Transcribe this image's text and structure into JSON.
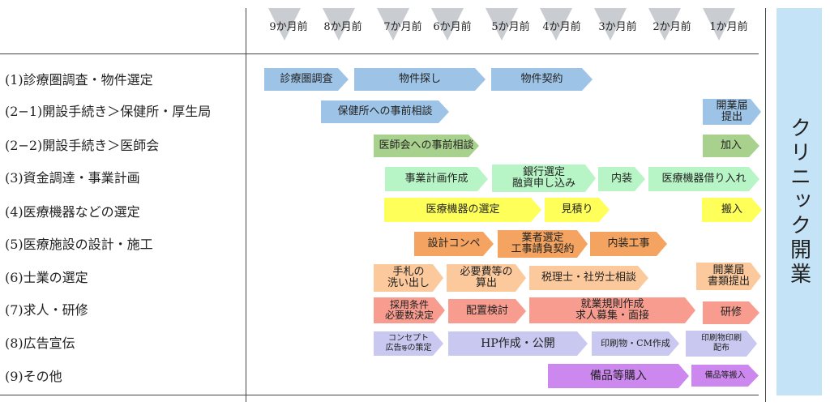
{
  "months": [
    "9か月前",
    "8か月前",
    "7か月前",
    "6か月前",
    "5か月前",
    "4か月前",
    "3か月前",
    "2か月前",
    "1か月前"
  ],
  "rows": [
    "(1)診療圏調査・物件選定",
    "(2−1)開設手続き＞保健所・厚生局",
    "(2−2)開設手続き＞医師会",
    "(3)資金調達・事業計画",
    "(4)医療機器などの選定",
    "(5)医療施設の設計・施工",
    "(6)士業の選定",
    "(7)求人・研修",
    "(8)広告宣伝",
    "(9)その他"
  ],
  "tasks": {
    "r1_survey": "診療圏調査",
    "r1_search": "物件探し",
    "r1_contract": "物件契約",
    "r2_health_consult": "保健所への事前相談",
    "r2_notice": "開業届\n提出",
    "r3_medical_consult": "医師会への事前相談",
    "r3_join": "加入",
    "r4_plan": "事業計画作成",
    "r4_bank": "銀行選定\n融資申し込み",
    "r4_interior": "内装",
    "r4_lease": "医療機器借り入れ",
    "r5_select": "医療機器の選定",
    "r5_quote": "見積り",
    "r5_delivery": "搬入",
    "r6_design": "設計コンペ",
    "r6_contractor": "業者選定\n工事請負契約",
    "r6_work": "内装工事",
    "r7_list": "手札の\n洗い出し",
    "r7_cost": "必要費等の\n算出",
    "r7_consult": "税理士・社労士相談",
    "r7_docs": "開業届\n書類提出",
    "r8_terms": "採用条件\n必要数決定",
    "r8_plan": "配置検討",
    "r8_rules": "就業規則作成\n求人募集・面接",
    "r8_training": "研修",
    "r9_concept": "コンセプト\n広告",
    "r9_concept_sub": "等",
    "r9_concept_end": "の策定",
    "r9_hp": "HP作成・公開",
    "r9_print": "印刷物・CM作成",
    "r9_printed": "印刷物印刷\n配布",
    "r10_buy": "備品等購入",
    "r10_carry": "備品等搬入"
  },
  "goal": "クリニック開業",
  "colors": {
    "blue": "#9dc3e6",
    "green": "#a9d18e",
    "mint": "#b8f5c6",
    "yellow": "#ffff5a",
    "orange": "#f4a460",
    "peach": "#fcc99c",
    "salmon": "#f79c8e",
    "lavender": "#c8c8f0",
    "purple": "#cc88ee",
    "goal_bg": "#c5e3f7"
  }
}
